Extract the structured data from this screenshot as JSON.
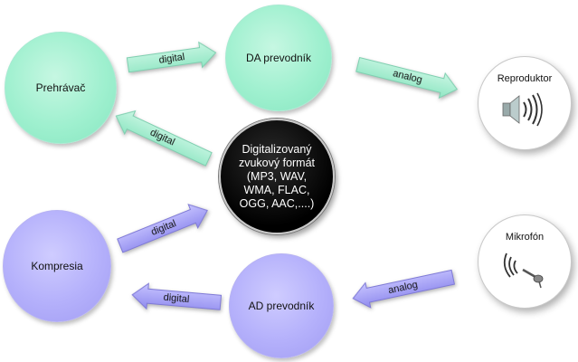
{
  "nodes": {
    "prehravac": "Prehrávač",
    "da": "DA prevodník",
    "reproduktor": "Reproduktor",
    "format": "Digitalizovaný zvukový formát (MP3, WAV, WMA, FLAC, OGG, AAC,....)",
    "kompresia": "Kompresia",
    "ad": "AD prevodník",
    "mikrofon": "Mikrofón"
  },
  "arrows": {
    "prehravac_to_da": "digital",
    "da_to_reproduktor": "analog",
    "format_to_prehravac": "digital",
    "kompresia_to_format": "digital",
    "ad_to_kompresia": "digital",
    "mikrofon_to_ad": "analog"
  },
  "colors": {
    "green_fill": "#9ff0cf",
    "purple_fill": "#b4b0fb",
    "format_fill": "#000000"
  }
}
